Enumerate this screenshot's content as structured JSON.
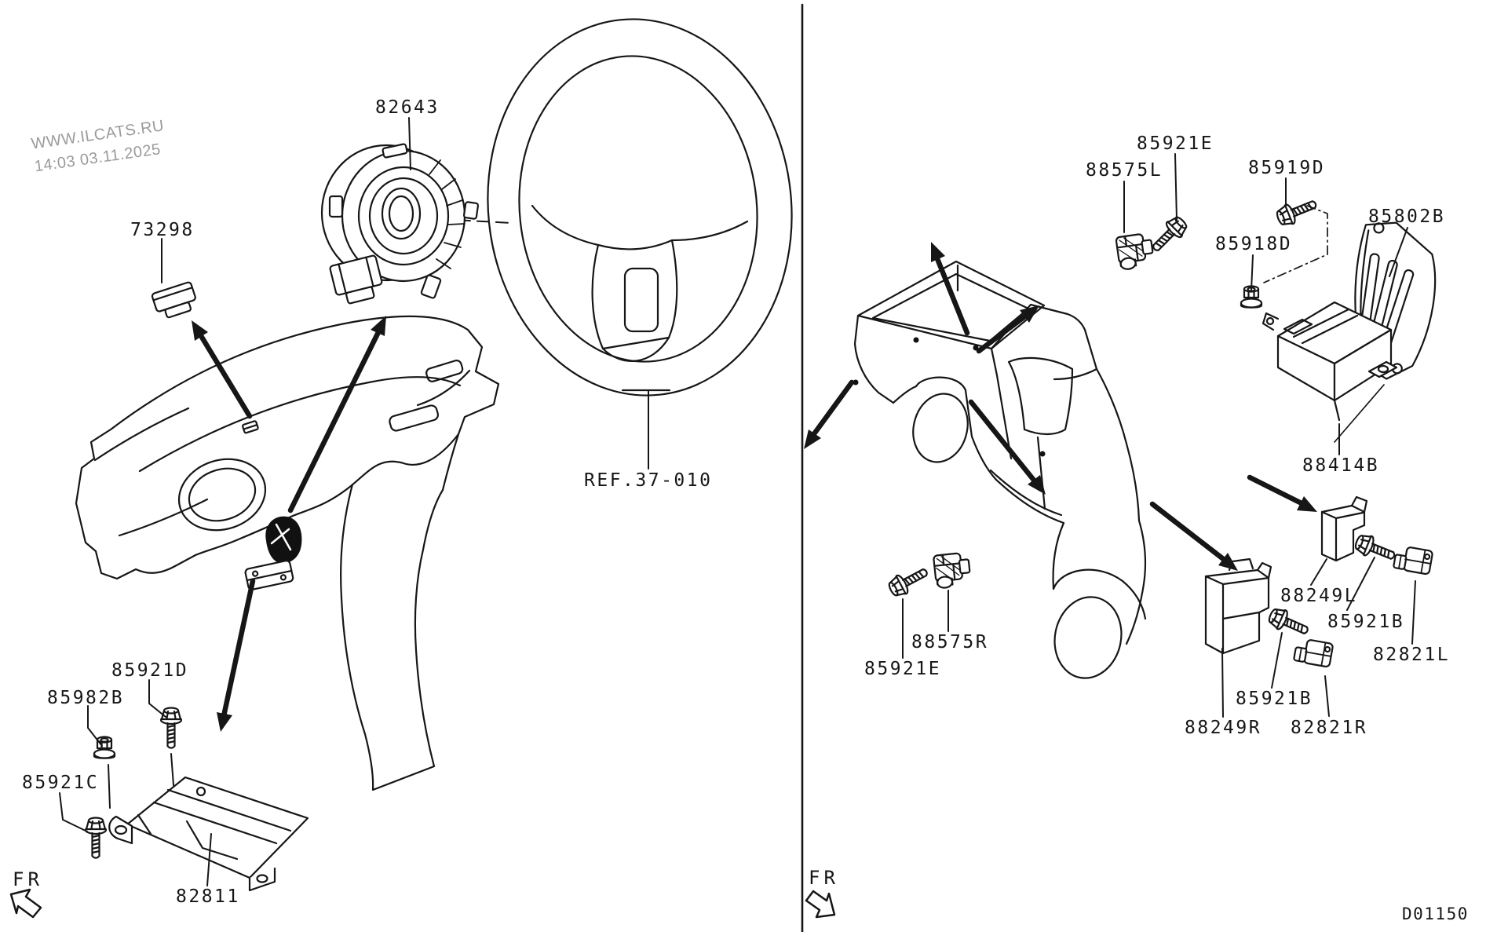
{
  "watermark": {
    "site": "WWW.ILCATS.RU",
    "timestamp": "14:03 03.11.2025"
  },
  "footer": {
    "diagram_code": "D01150"
  },
  "left_panel": {
    "fr_label": "FR",
    "labels": {
      "clip_73298": "73298",
      "clock_spring_82643": "82643",
      "steering_wheel_ref": "REF.37-010",
      "bolt_85921d": "85921D",
      "nut_85982b": "85982B",
      "bolt_85921c": "85921C",
      "srs_control_unit_82811": "82811"
    }
  },
  "right_panel": {
    "fr_label": "FR",
    "labels": {
      "side_impact_sensor_88575l": "88575L",
      "bolt_85921e_front": "85921E",
      "bolt_85919d": "85919D",
      "nut_85918d": "85918D",
      "bracket_85802b": "85802B",
      "control_unit_88414b": "88414B",
      "bracket_88249l": "88249L",
      "bolt_85921b_left": "85921B",
      "impact_sensor_82821l": "82821L",
      "side_impact_sensor_88575r": "88575R",
      "bolt_85921e_rear": "85921E",
      "bolt_85921b_right": "85921B",
      "bracket_88249r": "88249R",
      "impact_sensor_82821r": "82821R"
    }
  }
}
